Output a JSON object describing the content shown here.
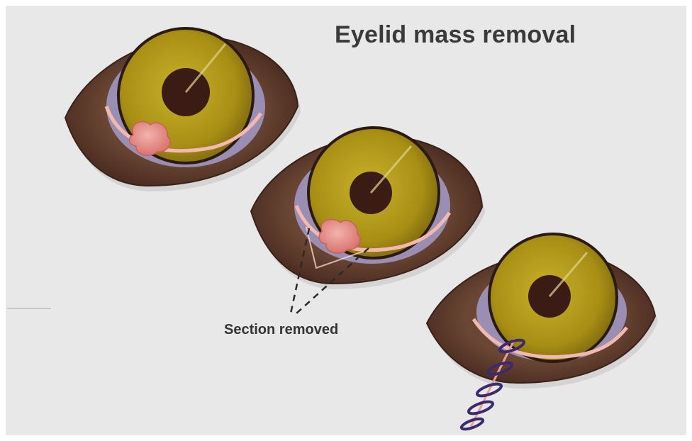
{
  "figure": {
    "title": "Eyelid mass removal",
    "callout": "Section removed",
    "colors": {
      "background": "#e8e8e8",
      "fur_dark": "#4a2c20",
      "fur_mid": "#6b4634",
      "iris": "#b09a1a",
      "pupil": "#3a1c14",
      "mass": "#e58f8a",
      "suture": "#3d2a6e"
    }
  },
  "panels": [
    {
      "name": "before-surgery",
      "shows": "eyelid-mass"
    },
    {
      "name": "excision",
      "shows": "section-removed"
    },
    {
      "name": "after-surgery",
      "shows": "sutured-incision"
    }
  ]
}
